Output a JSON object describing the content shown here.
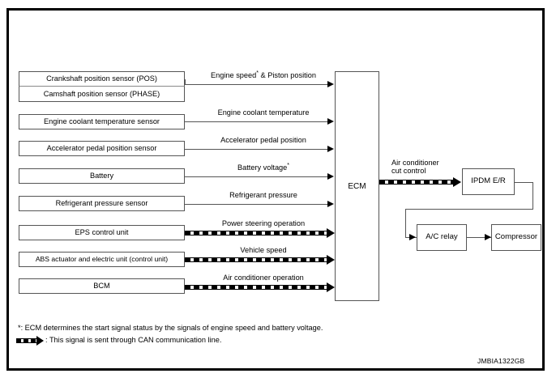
{
  "figure": {
    "id_label": "JMBIA1322GB"
  },
  "inputs": [
    {
      "label": "Crankshaft position sensor (POS)"
    },
    {
      "label": "Camshaft position sensor (PHASE)"
    },
    {
      "label": "Engine coolant temperature sensor"
    },
    {
      "label": "Accelerator pedal position sensor"
    },
    {
      "label": "Battery"
    },
    {
      "label": "Refrigerant pressure sensor"
    },
    {
      "label": "EPS control unit"
    },
    {
      "label": "ABS actuator and electric unit (control unit)"
    },
    {
      "label": "BCM"
    }
  ],
  "signals": [
    {
      "text": "Engine speed",
      "superscript": "*",
      "suffix": " & Piston position",
      "type": "solid"
    },
    {
      "text": "Engine coolant temperature",
      "superscript": "",
      "suffix": "",
      "type": "solid"
    },
    {
      "text": "Accelerator pedal position",
      "superscript": "",
      "suffix": "",
      "type": "solid"
    },
    {
      "text": "Battery voltage",
      "superscript": "*",
      "suffix": "",
      "type": "solid"
    },
    {
      "text": "Refrigerant pressure",
      "superscript": "",
      "suffix": "",
      "type": "solid"
    },
    {
      "text": "Power steering operation",
      "superscript": "",
      "suffix": "",
      "type": "can"
    },
    {
      "text": "Vehicle speed",
      "superscript": "",
      "suffix": "",
      "type": "can"
    },
    {
      "text": "Air conditioner operation",
      "superscript": "",
      "suffix": "",
      "type": "can"
    }
  ],
  "ecm": {
    "label": "ECM"
  },
  "output": {
    "signal_line1": "Air conditioner",
    "signal_line2": "cut control",
    "ipdm_label": "IPDM E/R",
    "relay_label": "A/C relay",
    "compressor_label": "Compressor"
  },
  "notes": {
    "asterisk_note": "*: ECM determines the start signal status by the signals of engine speed and battery voltage.",
    "can_note": ": This signal is sent through CAN communication line."
  },
  "colors": {
    "frame": "#000000",
    "box_border": "#555555",
    "line": "#555555",
    "arrow": "#000000",
    "background": "#ffffff"
  }
}
